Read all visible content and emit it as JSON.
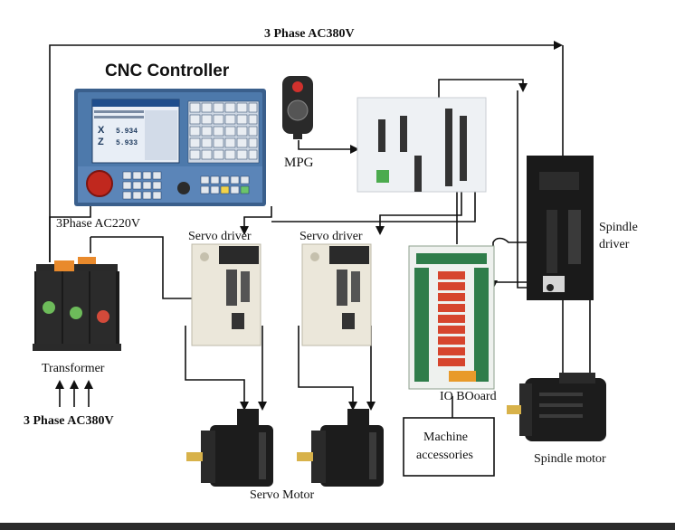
{
  "labels": {
    "top_power": "3 Phase AC380V",
    "cnc_title": "CNC Controller",
    "ac220": "3Phase AC220V",
    "mpg": "MPG",
    "servo_driver_1": "Servo driver",
    "servo_driver_2": "Servo driver",
    "spindle_driver_line1": "Spindle",
    "spindle_driver_line2": "driver",
    "transformer": "Transformer",
    "bottom_power": "3 Phase AC380V",
    "io_board": "IO BOoard",
    "machine_acc_line1": "Machine",
    "machine_acc_line2": "accessories",
    "spindle_motor": "Spindle motor",
    "servo_motor": "Servo Motor"
  },
  "screen": {
    "x_axis": "X",
    "x_value": "5.934",
    "z_axis": "Z",
    "z_value": "5.933"
  },
  "colors": {
    "wire": "#111111",
    "panel_blue": "#2d67a8",
    "emergency_red": "#c0281e",
    "driver_body": "#ebe7da",
    "spindle_driver_body": "#1a1a1a",
    "io_board_green": "#2f7d4a",
    "motor_body": "#1c1c1c",
    "shaft_brass": "#d8b24a"
  }
}
